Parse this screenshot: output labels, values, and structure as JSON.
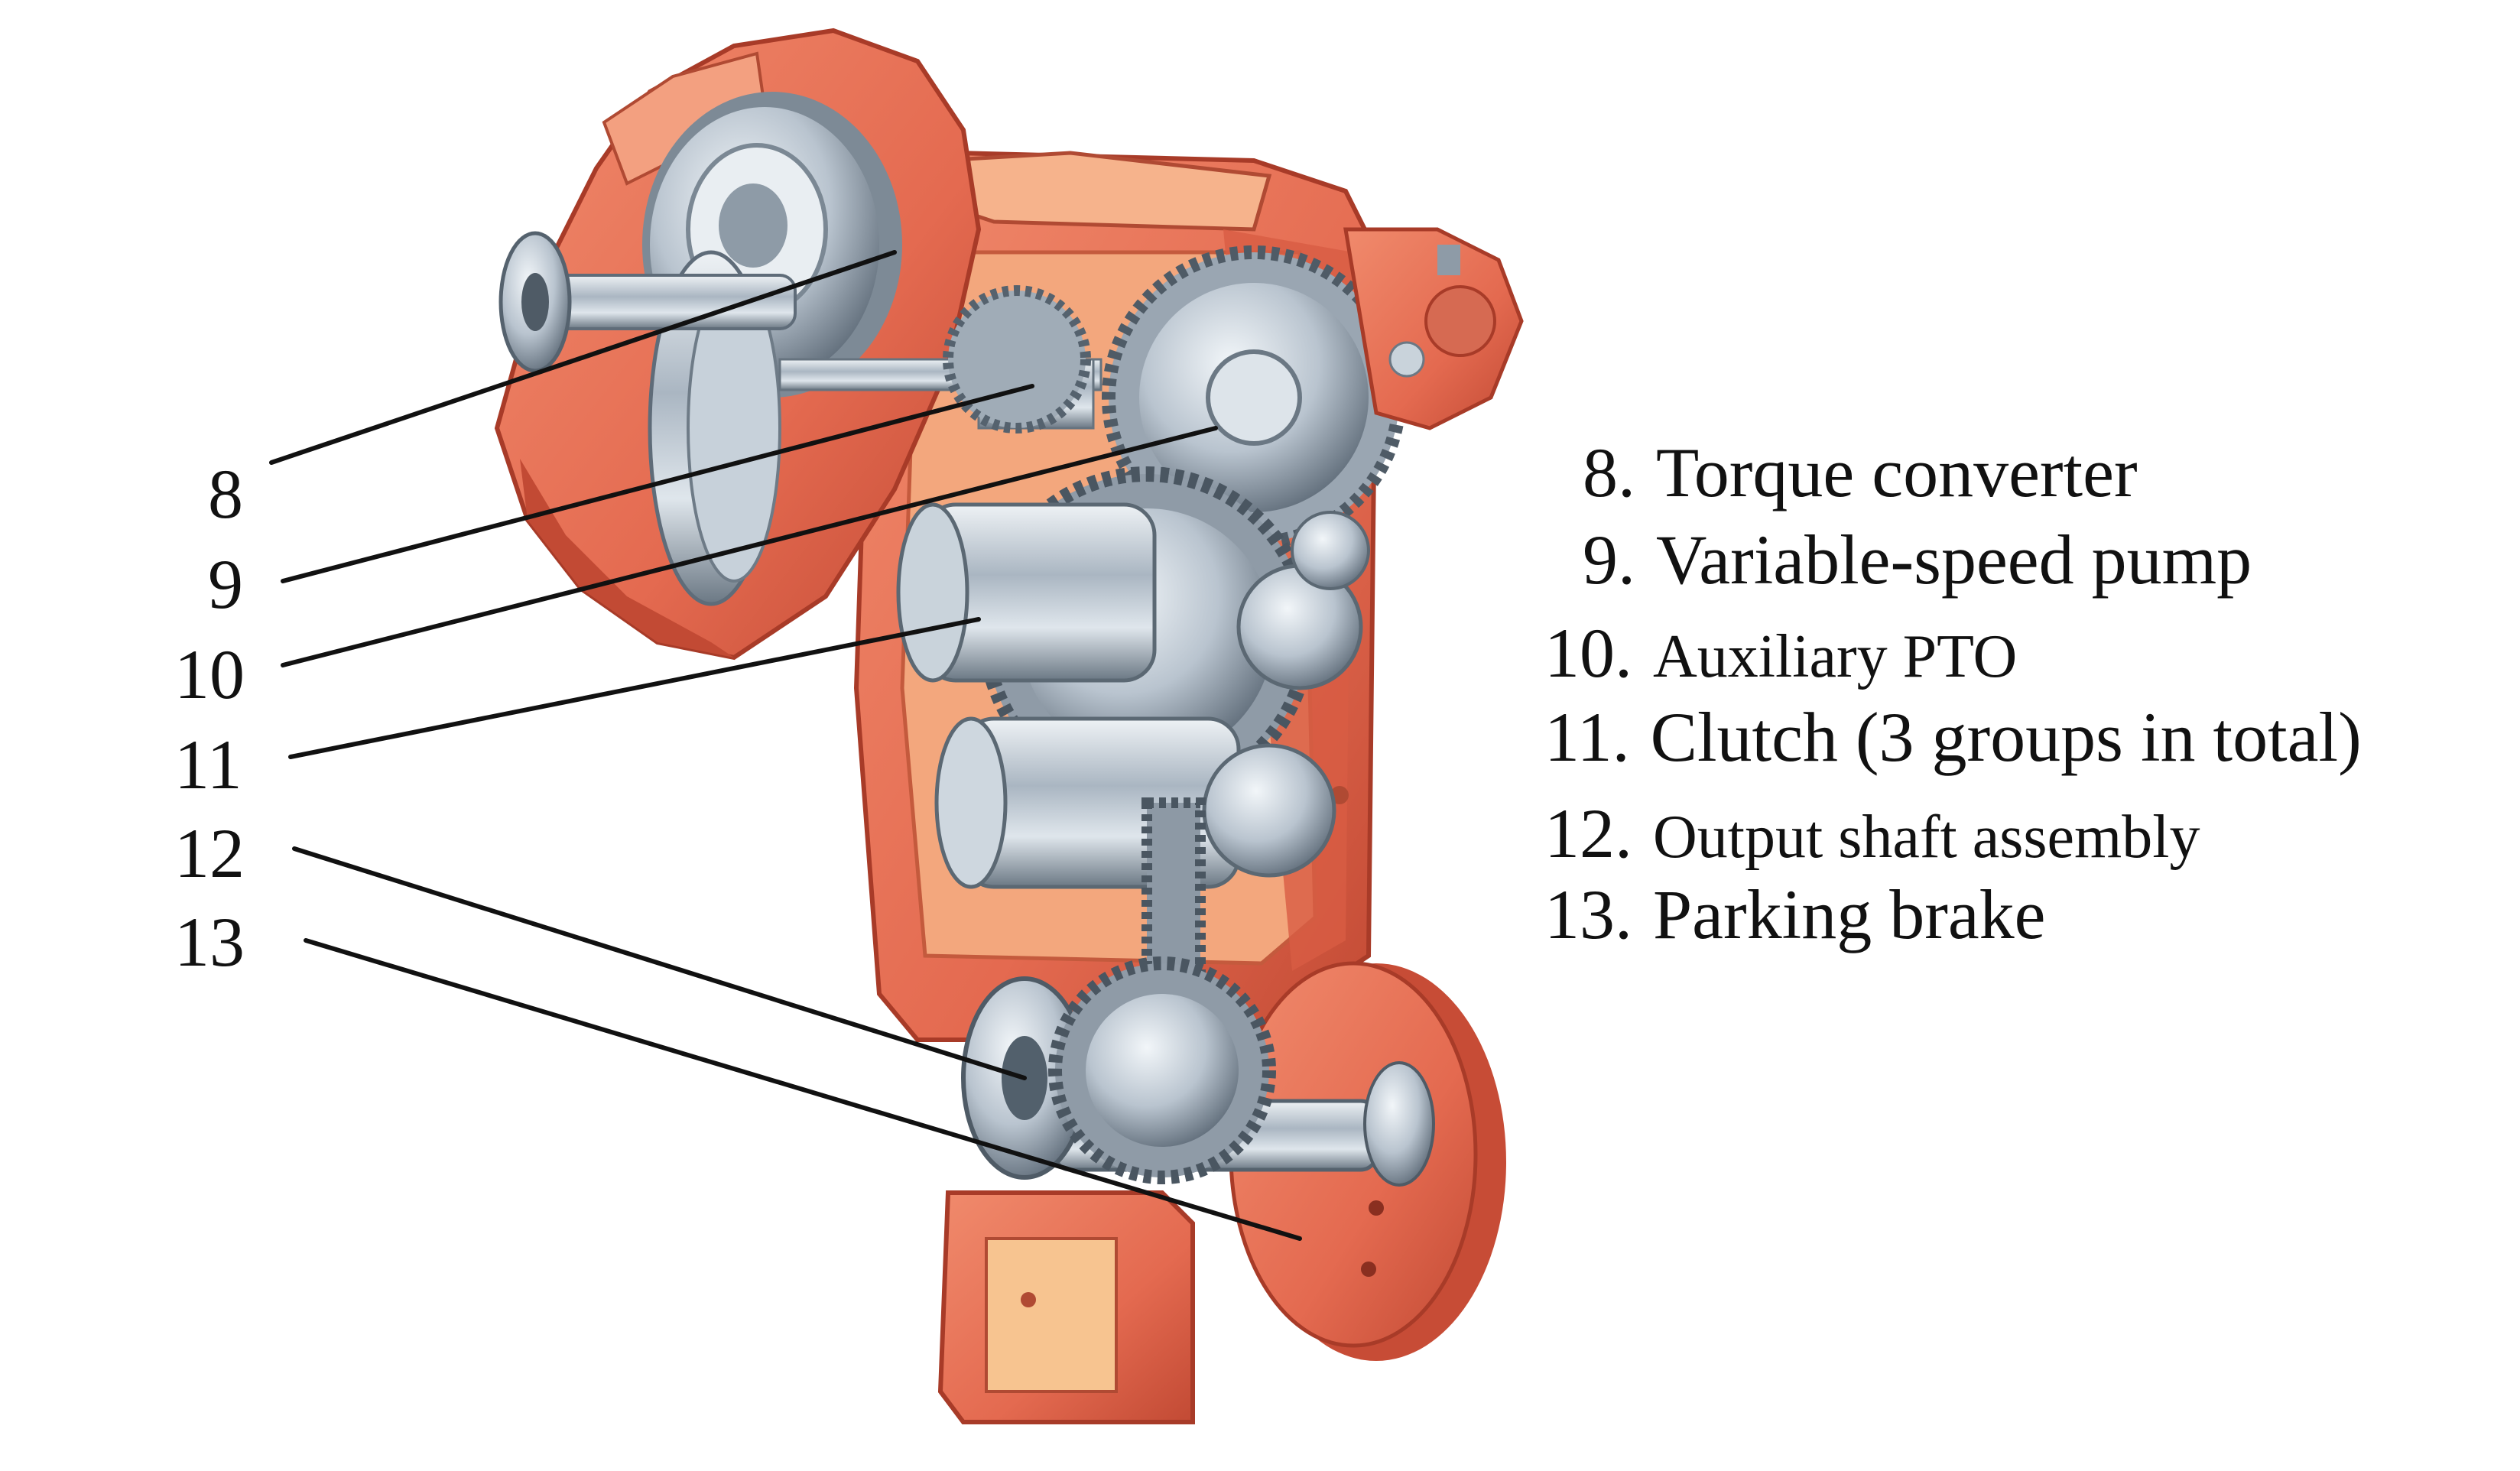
{
  "colors": {
    "housing": "#e8735a",
    "housing_dark": "#c94b35",
    "housing_light": "#f4a48c",
    "inner": "#f7b27a",
    "steel": "#b9c4cf",
    "steel_dark": "#6d7b88",
    "steel_light": "#e6ecf1",
    "leader": "#111111"
  },
  "callouts": [
    {
      "number": "8",
      "part": "torque-converter"
    },
    {
      "number": "9",
      "part": "variable-speed-pump"
    },
    {
      "number": "10",
      "part": "auxiliary-pto"
    },
    {
      "number": "11",
      "part": "clutch"
    },
    {
      "number": "12",
      "part": "output-shaft-assembly"
    },
    {
      "number": "13",
      "part": "parking-brake"
    }
  ],
  "legend": [
    {
      "number": "8.",
      "label": "Torque converter"
    },
    {
      "number": "9.",
      "label": "Variable-speed pump"
    },
    {
      "number": "10.",
      "label": "Auxiliary PTO"
    },
    {
      "number": "11.",
      "label": "Clutch (3 groups in total)"
    },
    {
      "number": "12.",
      "label": "Output shaft assembly"
    },
    {
      "number": "13.",
      "label": "Parking brake"
    }
  ]
}
